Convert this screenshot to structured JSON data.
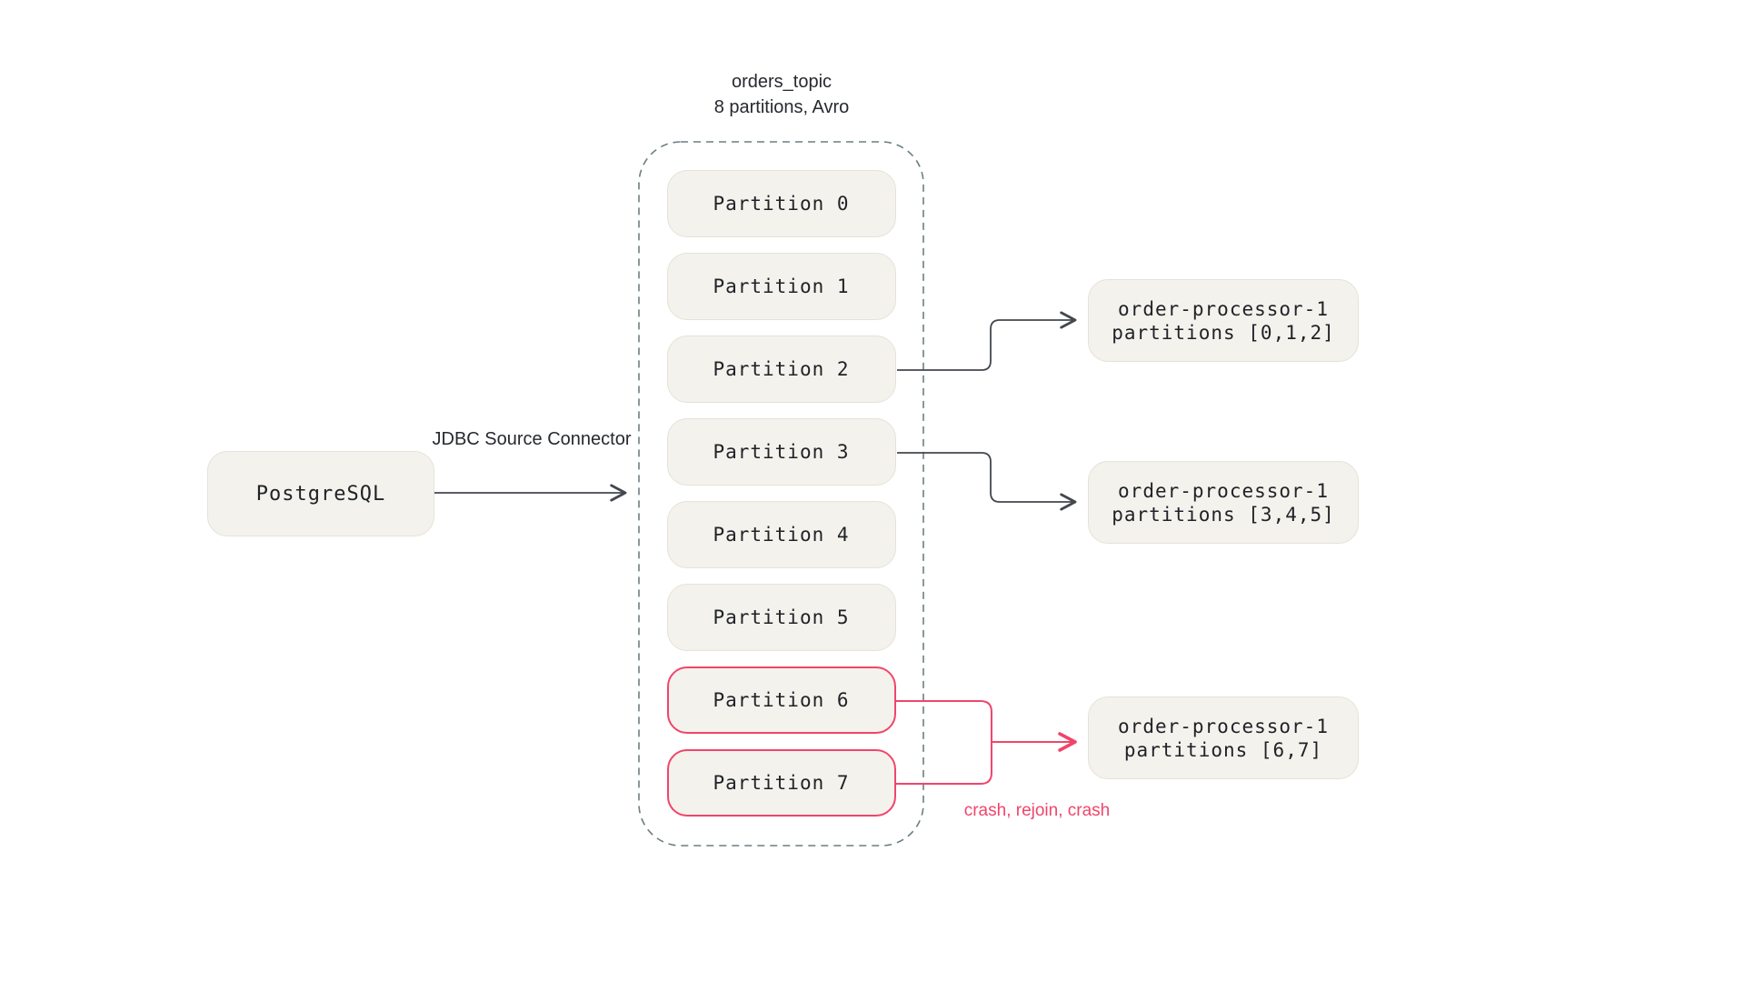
{
  "topic": {
    "title": "orders_topic",
    "subtitle": "8 partitions, Avro",
    "partitions": [
      "Partition 0",
      "Partition 1",
      "Partition 2",
      "Partition 3",
      "Partition 4",
      "Partition 5",
      "Partition 6",
      "Partition 7"
    ],
    "crashed_partitions": [
      6,
      7
    ]
  },
  "source": {
    "label": "PostgreSQL",
    "connector_label": "JDBC Source Connector"
  },
  "consumers": [
    {
      "name": "order-processor-1",
      "assignment": "partitions [0,1,2]"
    },
    {
      "name": "order-processor-1",
      "assignment": "partitions [3,4,5]"
    },
    {
      "name": "order-processor-1",
      "assignment": "partitions [6,7]"
    }
  ],
  "annotations": {
    "crash_label": "crash, rejoin, crash"
  },
  "colors": {
    "background": "#ffffff",
    "node_fill": "#f4f2ec",
    "node_border": "#e5e2d8",
    "line_dark": "#43474e",
    "accent_red": "#f0456b",
    "dashed_border": "#6c7e82",
    "text": "#1f2227"
  }
}
